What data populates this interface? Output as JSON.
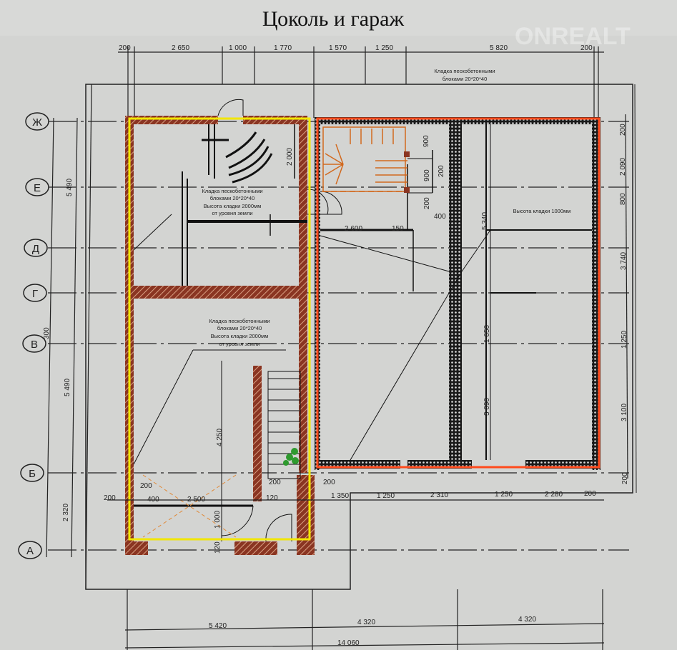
{
  "title": "Цоколь и гараж",
  "watermark": "ONREALT",
  "axes": [
    "Ж",
    "Е",
    "Д",
    "Г",
    "В",
    "Б",
    "А"
  ],
  "top_dimensions": [
    "200",
    "2 650",
    "1 000",
    "1 770",
    "1 570",
    "1 250",
    "5 820",
    "200"
  ],
  "bottom_dimensions": [
    "200",
    "400",
    "2 500",
    "120",
    "1 350",
    "1 250",
    "2 310",
    "1 250",
    "2 280",
    "200"
  ],
  "bottom_small": [
    "200",
    "200",
    "200"
  ],
  "overall_bottom": [
    "5 420",
    "4 320",
    "4 320",
    "14 060"
  ],
  "right_dimensions": [
    "200",
    "2 090",
    "800",
    "3 740",
    "1 250",
    "3 100",
    "200"
  ],
  "left_dimensions": [
    "5 490",
    "5 490",
    "2 320",
    "300"
  ],
  "interior_dimensions": {
    "d2000": "2 000",
    "d900a": "900",
    "d900b": "900",
    "d200a": "200",
    "d200b": "200",
    "d400": "400",
    "d2600": "2 600",
    "d150": "150",
    "d5340": "5 340",
    "d1650": "1 650",
    "d3090": "3 090",
    "d4250": "4 250",
    "d1000": "1 000",
    "d120": "120"
  },
  "notes": {
    "top": [
      "Кладка пескобетонными",
      "блоками 20*20*40"
    ],
    "left_upper": [
      "Кладка пескобетонными",
      "блоками 20*20*40",
      "Высота кладки 2000мм",
      "от уровня земли"
    ],
    "left_lower": [
      "Кладка пескобетонными",
      "блоками 20*20*40",
      "Высота кладки 2000мм",
      "от уровня земли"
    ],
    "right": "Высота кладки 1000мм"
  },
  "colors": {
    "outline_left": "#f2e600",
    "outline_right": "#ff4a1c",
    "wall": "#8a3522",
    "stair": "#d2691e"
  }
}
